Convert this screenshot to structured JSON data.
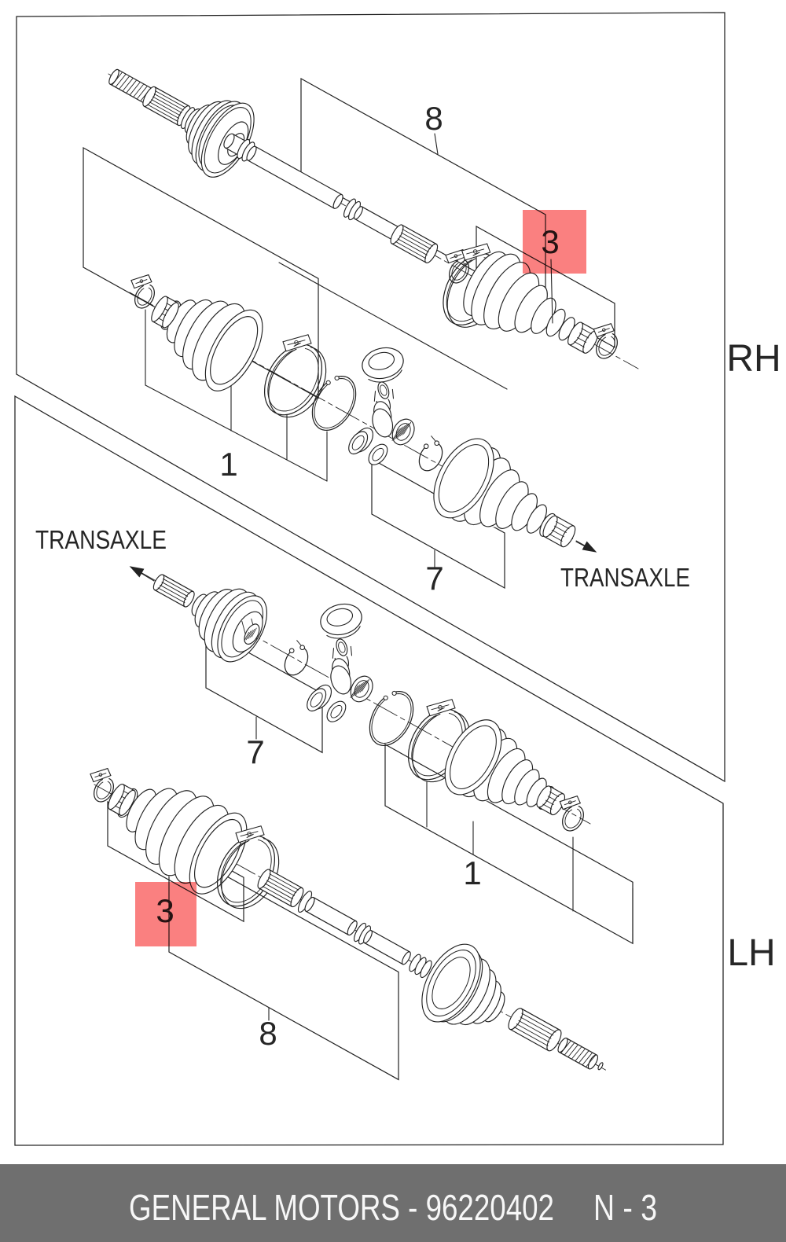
{
  "document": {
    "type": "exploded-parts-diagram",
    "subject": "front drive axle / CV joint assemblies"
  },
  "diagram": {
    "line_color": "#222222",
    "highlight_color": "rgb(250,128,128)",
    "panels": [
      {
        "side_label": "RH"
      },
      {
        "side_label": "LH"
      }
    ],
    "transaxle_labels": [
      {
        "text": "TRANSAXLE",
        "panel": "RH"
      },
      {
        "text": "TRANSAXLE",
        "panel": "LH"
      }
    ],
    "callouts": [
      {
        "label": "8",
        "panel": "RH",
        "highlighted": false
      },
      {
        "label": "3",
        "panel": "RH",
        "highlighted": true
      },
      {
        "label": "1",
        "panel": "RH",
        "highlighted": false
      },
      {
        "label": "7",
        "panel": "RH",
        "highlighted": false
      },
      {
        "label": "7",
        "panel": "LH",
        "highlighted": false
      },
      {
        "label": "1",
        "panel": "LH",
        "highlighted": false
      },
      {
        "label": "3",
        "panel": "LH",
        "highlighted": true
      },
      {
        "label": "8",
        "panel": "LH",
        "highlighted": false
      }
    ]
  },
  "footer": {
    "brand": "GENERAL MOTORS",
    "separator": "-",
    "part_number": "96220402",
    "page_ref": "N - 3",
    "bar_color": "#6f6f6f",
    "text_color": "#f7f7f7"
  }
}
